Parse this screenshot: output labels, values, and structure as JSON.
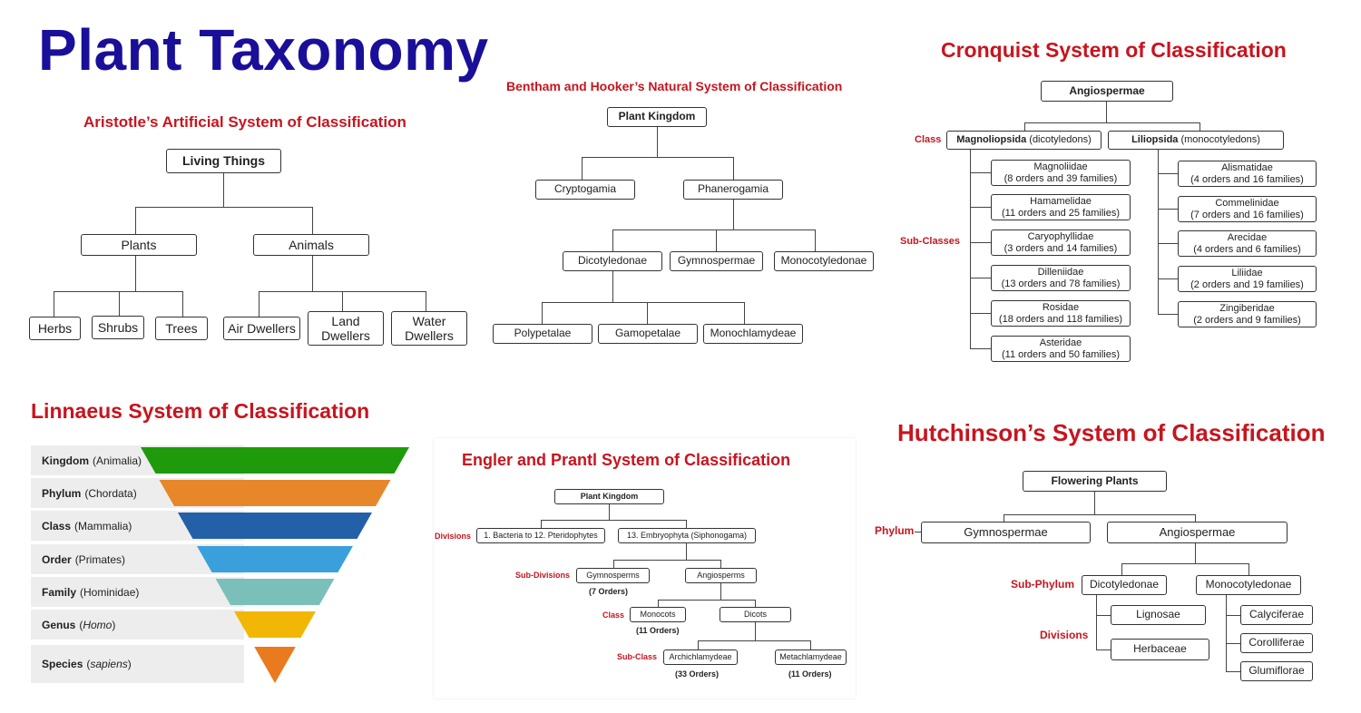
{
  "main_title": "Plant Taxonomy",
  "colors": {
    "title_blue": "#1a0f99",
    "section_red": "#c8141e"
  },
  "aristotle": {
    "title": "Aristotle’s Artificial System of Classification",
    "root": "Living Things",
    "level1": [
      "Plants",
      "Animals"
    ],
    "plants": [
      "Herbs",
      "Shrubs",
      "Trees"
    ],
    "animals": [
      "Air Dwellers",
      "Land\nDwellers",
      "Water\nDwellers"
    ]
  },
  "bentham": {
    "title": "Bentham and Hooker’s Natural System of Classification",
    "root": "Plant Kingdom",
    "level1": [
      "Cryptogamia",
      "Phanerogamia"
    ],
    "level2": [
      "Dicotyledonae",
      "Gymnospermae",
      "Monocotyledonae"
    ],
    "level3": [
      "Polypetalae",
      "Gamopetalae",
      "Monochlamydeae"
    ]
  },
  "cronquist": {
    "title": "Cronquist System of Classification",
    "root": "Angiospermae",
    "class_label": "Class",
    "subclass_label": "Sub-Classes",
    "magnoliopsida": {
      "name": "Magnoliopsida",
      "note": "(dicotyledons)"
    },
    "liliopsida": {
      "name": "Liliopsida",
      "note": "(monocotyledons)"
    },
    "dicot_subclasses": [
      {
        "name": "Magnoliidae",
        "detail": "(8 orders and 39 families)"
      },
      {
        "name": "Hamamelidae",
        "detail": "(11 orders and 25 families)"
      },
      {
        "name": "Caryophyllidae",
        "detail": "(3 orders and 14 families)"
      },
      {
        "name": "Dilleniidae",
        "detail": "(13 orders and 78 families)"
      },
      {
        "name": "Rosidae",
        "detail": "(18 orders and 118 families)"
      },
      {
        "name": "Asteridae",
        "detail": "(11 orders and 50 families)"
      }
    ],
    "monocot_subclasses": [
      {
        "name": "Alismatidae",
        "detail": "(4 orders and 16 families)"
      },
      {
        "name": "Commelinidae",
        "detail": "(7 orders and 16 families)"
      },
      {
        "name": "Arecidae",
        "detail": "(4 orders and 6 families)"
      },
      {
        "name": "Liliidae",
        "detail": "(2 orders and 19 families)"
      },
      {
        "name": "Zingiberidae",
        "detail": "(2 orders and 9 families)"
      }
    ]
  },
  "linnaeus": {
    "title": "Linnaeus System of Classification",
    "ranks": [
      {
        "rank": "Kingdom",
        "example": "(Animalia)",
        "italic": false,
        "color": "#1e9a0a"
      },
      {
        "rank": "Phylum",
        "example": "(Chordata)",
        "italic": false,
        "color": "#e8862a"
      },
      {
        "rank": "Class",
        "example": "(Mammalia)",
        "italic": false,
        "color": "#2460a7"
      },
      {
        "rank": "Order",
        "example": "(Primates)",
        "italic": false,
        "color": "#3aa0dc"
      },
      {
        "rank": "Family",
        "example": "(Hominidae)",
        "italic": false,
        "color": "#7ac0b8"
      },
      {
        "rank": "Genus",
        "example": "Homo",
        "italic": true,
        "color": "#f2b705"
      },
      {
        "rank": "Species",
        "example": "sapiens",
        "italic": true,
        "color": "#ea7a1e"
      }
    ]
  },
  "engler": {
    "title": "Engler and Prantl System of Classification",
    "root": "Plant Kingdom",
    "divisions_label": "Divisions",
    "divisions": [
      "1. Bacteria to 12. Pteridophytes",
      "13. Embryophyta (Siphonogama)"
    ],
    "subdivisions_label": "Sub-Divisions",
    "subdivisions": [
      "Gymnosperms",
      "Angiosperms"
    ],
    "gymno_orders": "(7 Orders)",
    "class_label": "Class",
    "classes": [
      "Monocots",
      "Dicots"
    ],
    "monocot_orders": "(11 Orders)",
    "subclass_label": "Sub-Class",
    "subclasses": [
      "Archichlamydeae",
      "Metachlamydeae"
    ],
    "subclass_orders": [
      "(33 Orders)",
      "(11 Orders)"
    ]
  },
  "hutchinson": {
    "title": "Hutchinson’s System of Classification",
    "root": "Flowering Plants",
    "phylum_label": "Phylum",
    "phyla": [
      "Gymnospermae",
      "Angiospermae"
    ],
    "subphylum_label": "Sub-Phylum",
    "subphyla": [
      "Dicotyledonae",
      "Monocotyledonae"
    ],
    "divisions_label": "Divisions",
    "dicot_divisions": [
      "Lignosae",
      "Herbaceae"
    ],
    "monocot_divisions": [
      "Calyciferae",
      "Corolliferae",
      "Glumiflorae"
    ]
  }
}
